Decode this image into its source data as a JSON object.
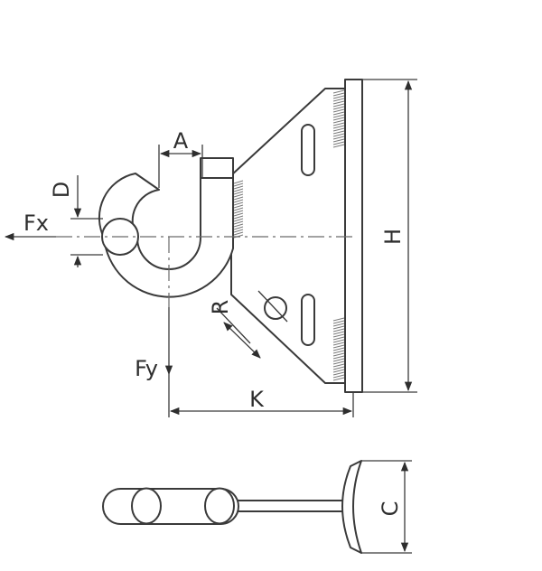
{
  "labels": {
    "a": "A",
    "d": "D",
    "fx": "Fx",
    "fy": "Fy",
    "r": "R",
    "k": "K",
    "h": "H",
    "c": "C"
  },
  "colors": {
    "line": "#3a3a3a",
    "center_line": "#6a6a6a",
    "hatch": "#7a7a7a"
  }
}
